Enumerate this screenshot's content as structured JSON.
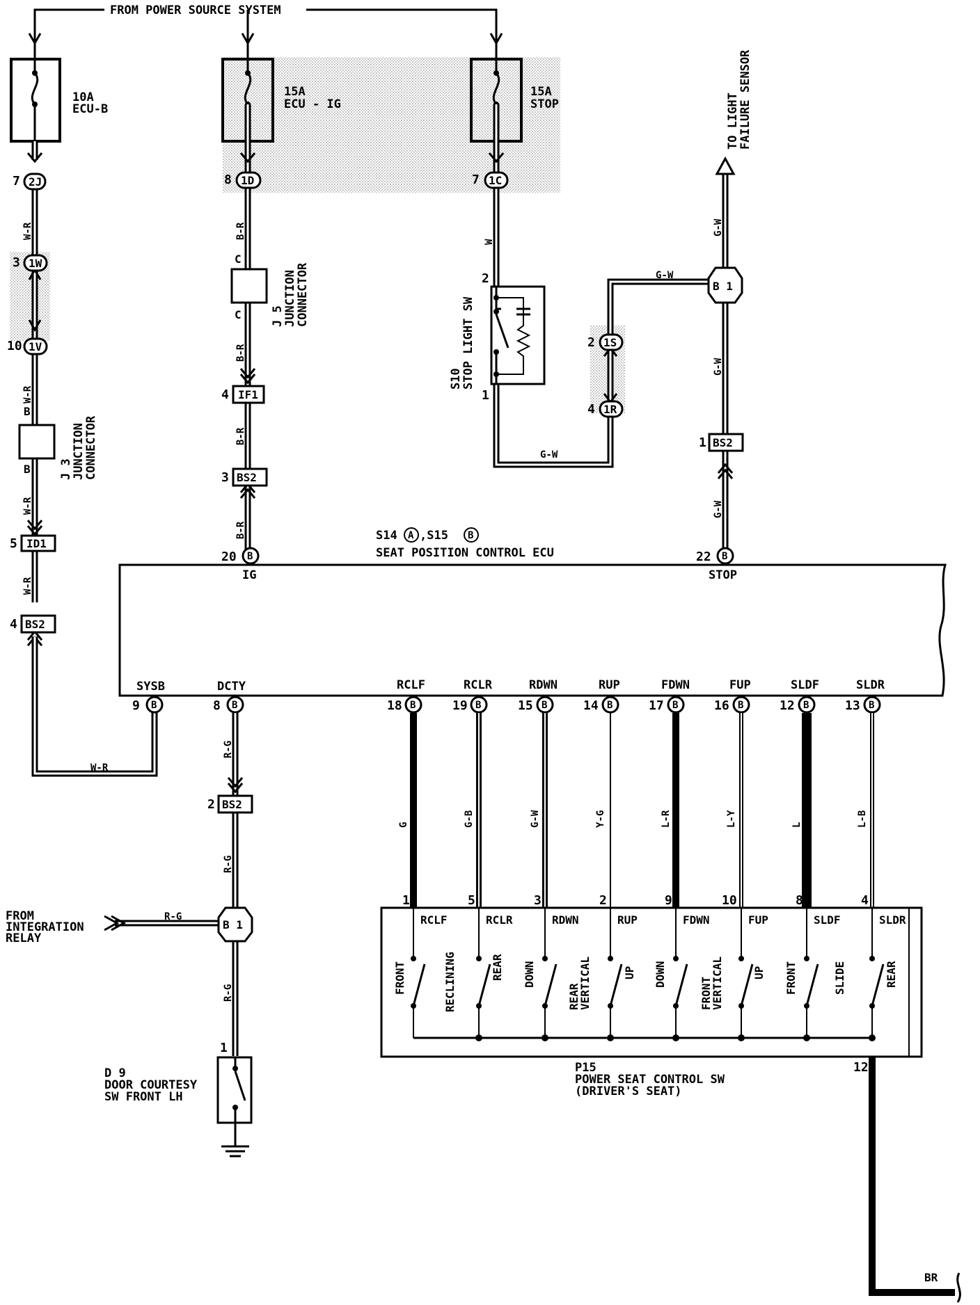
{
  "power_source": "FROM POWER SOURCE SYSTEM",
  "fuses": [
    {
      "id": "ecu_b",
      "rating": "10A",
      "name": "ECU-B"
    },
    {
      "id": "ecu_ig",
      "rating": "15A",
      "name": "ECU - IG"
    },
    {
      "id": "stop",
      "rating": "15A",
      "name": "STOP"
    }
  ],
  "connectors": {
    "c2j": {
      "pin": "7",
      "label": "2J"
    },
    "c1d": {
      "pin": "8",
      "label": "1D"
    },
    "c1c": {
      "pin": "7",
      "label": "1C"
    },
    "c1w": {
      "pin": "3",
      "label": "1W"
    },
    "c1v": {
      "pin": "10",
      "label": "1V"
    },
    "cid1": {
      "pin": "5",
      "label": "ID1"
    },
    "cbs2_left": {
      "pin": "4",
      "label": "BS2"
    },
    "cif1": {
      "pin": "4",
      "label": "IF1"
    },
    "cbs2_mid": {
      "pin": "3",
      "label": "BS2"
    },
    "cbs2_right": {
      "pin": "1",
      "label": "BS2"
    },
    "c1s": {
      "pin": "2",
      "label": "1S"
    },
    "c1r": {
      "pin": "4",
      "label": "1R"
    },
    "cbs2_lower": {
      "pin": "2",
      "label": "BS2"
    }
  },
  "junctions": {
    "j3": {
      "code": "J 3",
      "line1": "JUNCTION",
      "line2": "CONNECTOR",
      "pin_top": "B",
      "pin_bottom": "B"
    },
    "j5": {
      "code": "J 5",
      "line1": "JUNCTION",
      "line2": "CONNECTOR",
      "pin_top": "C",
      "pin_bottom": "C"
    }
  },
  "splices": {
    "top": "B 1",
    "bottom": "B 1"
  },
  "stop_switch": {
    "code": "S10",
    "name": "STOP LIGHT SW",
    "pin_top": "2",
    "pin_bottom": "1"
  },
  "light_failure": {
    "line1": "TO LIGHT",
    "line2": "FAILURE SENSOR"
  },
  "ecu": {
    "codes_prefix": "S14",
    "code_a": "A",
    "code_sep": ",S15",
    "code_b": "B",
    "name": "SEAT POSITION CONTROL ECU",
    "top_pins": [
      {
        "pin": "20",
        "conn": "B",
        "name": "IG"
      },
      {
        "pin": "22",
        "conn": "B",
        "name": "STOP"
      }
    ],
    "bottom_pins": [
      {
        "pin": "9",
        "conn": "B",
        "name": "SYSB"
      },
      {
        "pin": "8",
        "conn": "B",
        "name": "DCTY"
      },
      {
        "pin": "18",
        "conn": "B",
        "name": "RCLF"
      },
      {
        "pin": "19",
        "conn": "B",
        "name": "RCLR"
      },
      {
        "pin": "15",
        "conn": "B",
        "name": "RDWN"
      },
      {
        "pin": "14",
        "conn": "B",
        "name": "RUP"
      },
      {
        "pin": "17",
        "conn": "B",
        "name": "FDWN"
      },
      {
        "pin": "16",
        "conn": "B",
        "name": "FUP"
      },
      {
        "pin": "12",
        "conn": "B",
        "name": "SLDF"
      },
      {
        "pin": "13",
        "conn": "B",
        "name": "SLDR"
      }
    ]
  },
  "wires": {
    "w_r_1": "W-R",
    "w_r_2": "W-R",
    "w_r_3": "W-R",
    "w_r_4": "W-R",
    "w_r_5": "W-R",
    "b_r_1": "B-R",
    "b_r_2": "B-R",
    "b_r_3": "B-R",
    "b_r_4": "B-R",
    "w_stop": "W",
    "g_w_1": "G-W",
    "g_w_2": "G-W",
    "g_w_3": "G-W",
    "g_w_4": "G-W",
    "g_w_5": "G-W",
    "r_g_1": "R-G",
    "r_g_2": "R-G",
    "r_g_3": "R-G",
    "r_g_4": "R-G",
    "br": "BR"
  },
  "switch_wires": [
    "G",
    "G-B",
    "G-W",
    "Y-G",
    "L-R",
    "L-Y",
    "L",
    "L-B"
  ],
  "power_seat_sw": {
    "code": "P15",
    "line1": "POWER SEAT CONTROL SW",
    "line2": "(DRIVER'S SEAT)",
    "ground_pin": "12",
    "pins": [
      {
        "pin": "1",
        "name": "RCLF"
      },
      {
        "pin": "5",
        "name": "RCLR"
      },
      {
        "pin": "3",
        "name": "RDWN"
      },
      {
        "pin": "2",
        "name": "RUP"
      },
      {
        "pin": "9",
        "name": "FDWN"
      },
      {
        "pin": "10",
        "name": "FUP"
      },
      {
        "pin": "8",
        "name": "SLDF"
      },
      {
        "pin": "4",
        "name": "SLDR"
      }
    ],
    "switch_labels": [
      "FRONT",
      "RECLINING",
      "REAR",
      "DOWN",
      "REAR",
      "VERTICAL",
      "UP",
      "DOWN",
      "FRONT",
      "VERTICAL",
      "UP",
      "FRONT",
      "SLIDE",
      "REAR"
    ]
  },
  "integration": {
    "line1": "FROM",
    "line2": "INTEGRATION",
    "line3": "RELAY"
  },
  "door_sw": {
    "code": "D 9",
    "line1": "DOOR COURTESY",
    "line2": "SW  FRONT LH",
    "pin": "1"
  }
}
